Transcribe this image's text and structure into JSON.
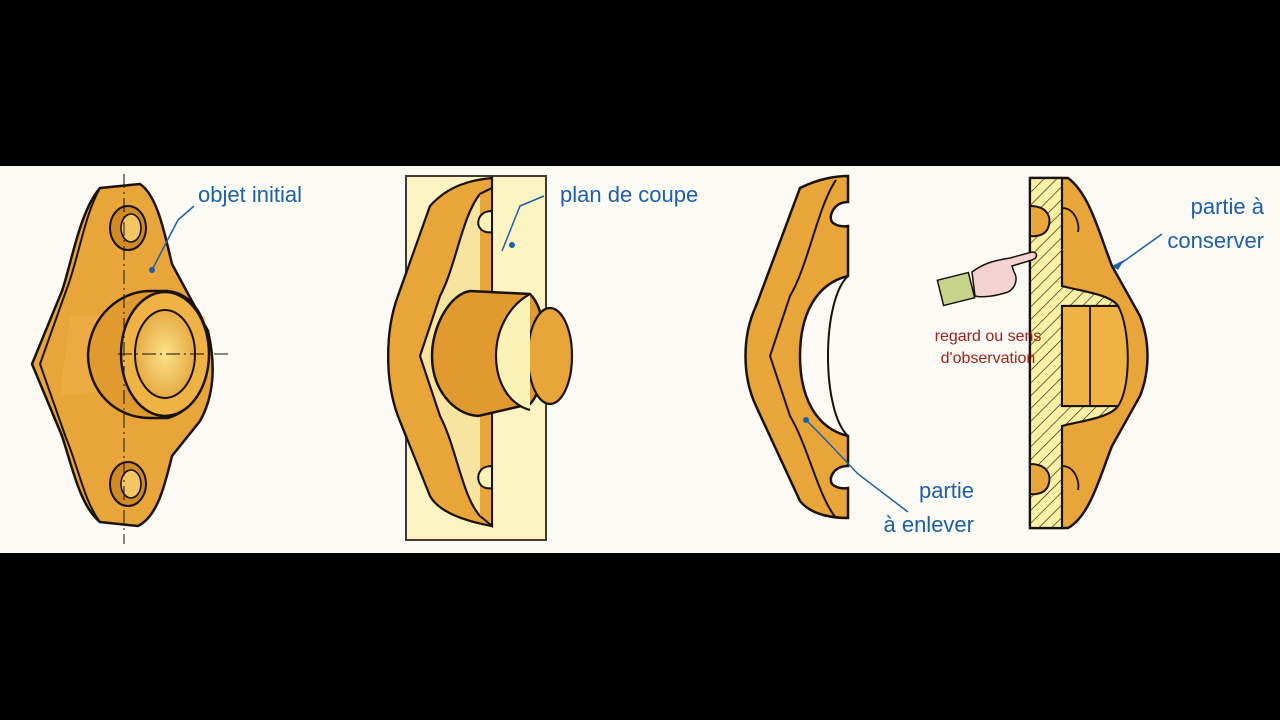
{
  "labels": {
    "objet_initial": "objet initial",
    "plan_de_coupe": "plan de coupe",
    "partie_a_conserver_1": "partie à",
    "partie_a_conserver_2": "conserver",
    "regard_1": "regard ou sens",
    "regard_2": "d'observation",
    "partie_a_enlever_1": "partie",
    "partie_a_enlever_2": "à enlever"
  },
  "colors": {
    "part_fill": "#e8a53a",
    "part_shadow": "#cf8a24",
    "part_light": "#f6c65e",
    "plane_fill": "#fbf2b8",
    "hatch_fill": "#fbf1a6",
    "outline": "#1a1208",
    "label_blue": "#1d5fa8",
    "label_red": "#a3221c"
  }
}
